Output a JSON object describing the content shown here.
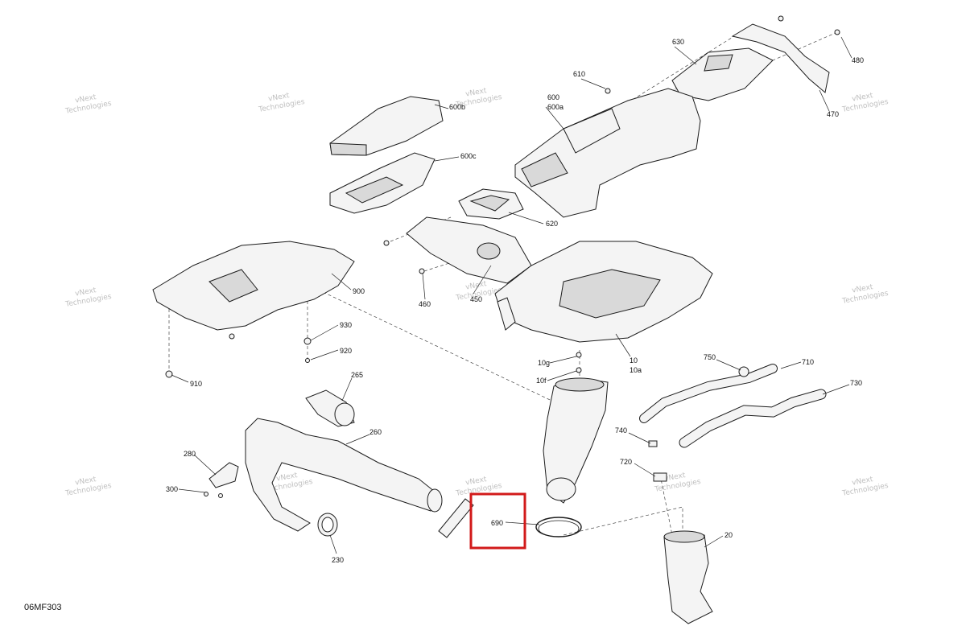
{
  "figure_code": "06MF303",
  "watermark_text": [
    "vNext",
    "Technologies"
  ],
  "highlight_color": "#d21a1a",
  "callouts": {
    "c10": "10",
    "c10a": "10a",
    "c10f": "10f",
    "c10g": "10g",
    "c20": "20",
    "c230": "230",
    "c260": "260",
    "c265": "265",
    "c280": "280",
    "c300": "300",
    "c450": "450",
    "c460": "460",
    "c470": "470",
    "c480": "480",
    "c600": "600",
    "c600a": "600a",
    "c600b": "600b",
    "c600c": "600c",
    "c610": "610",
    "c620": "620",
    "c630": "630",
    "c690": "690",
    "c710": "710",
    "c720": "720",
    "c730": "730",
    "c740": "740",
    "c750": "750",
    "c900": "900",
    "c910": "910",
    "c920": "920",
    "c930": "930"
  }
}
